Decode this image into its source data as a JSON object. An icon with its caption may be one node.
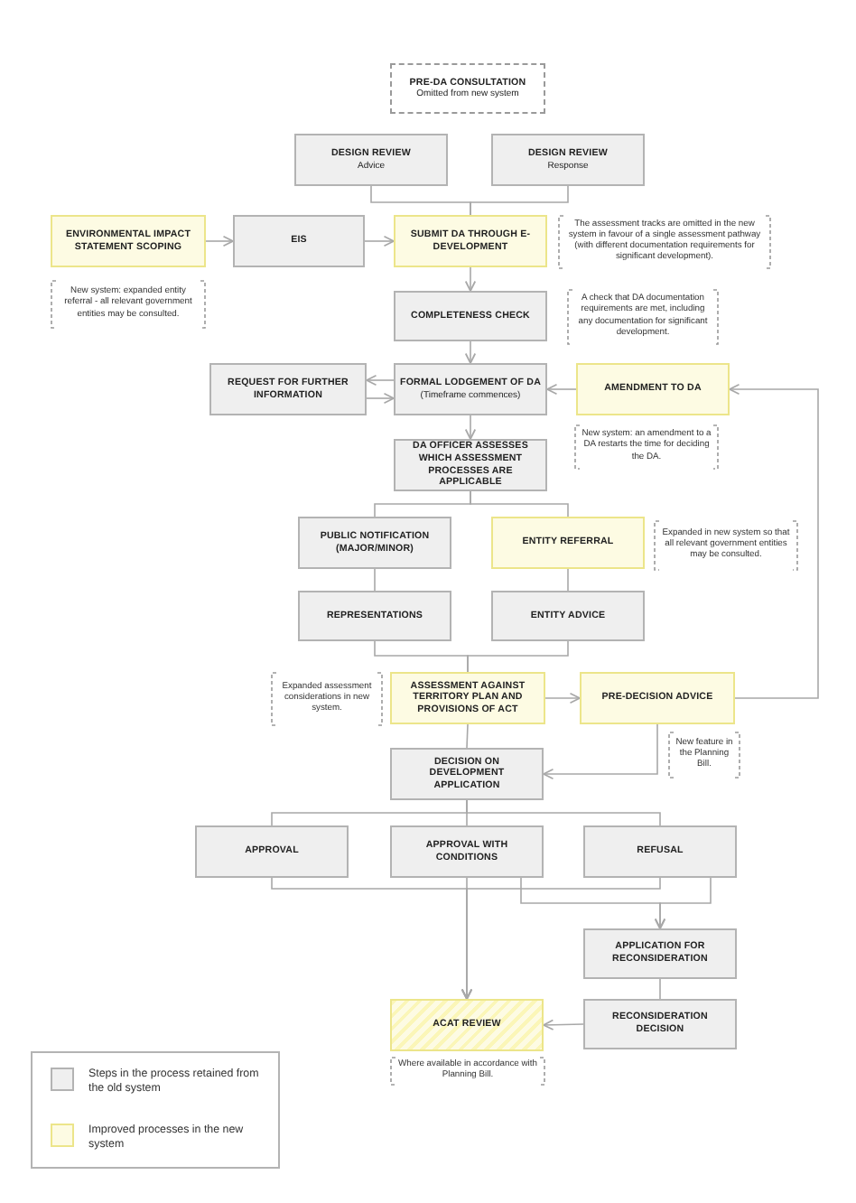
{
  "diagram": {
    "nodes": [
      {
        "text": [
          "PRE-DA CONSULTATION",
          "Omitted from new system"
        ]
      },
      {
        "text": [
          "DESIGN REVIEW",
          "Advice"
        ]
      },
      {
        "text": [
          "DESIGN REVIEW",
          "Response"
        ]
      },
      {
        "text": [
          "ENVIRONMENTAL IMPACT STATEMENT SCOPING"
        ],
        "beside": [
          "New system: expanded entity referral - all relevant government entities may be consulted."
        ]
      },
      {
        "text": [
          "EIS"
        ]
      },
      {
        "text": [
          "SUBMIT DA THROUGH E-DEVELOPMENT"
        ],
        "beside": [
          "The assessment tracks are omitted in the new system in favour of a single assessment pathway (with different documentation requirements for significant development)."
        ]
      },
      {
        "text": [
          "COMPLETENESS CHECK"
        ],
        "beside": [
          "A check that DA documentation requirements are met, including any documentation for significant development."
        ]
      },
      {
        "text": [
          "REQUEST FOR FURTHER INFORMATION"
        ]
      },
      {
        "text": [
          "FORMAL LODGEMENT OF DA",
          "(Timeframe commences)"
        ]
      },
      {
        "text": [
          "AMENDMENT TO DA"
        ],
        "beside": [
          "New system: an amendment to a DA restarts the time for deciding the DA."
        ]
      },
      {
        "text": [
          "DA OFFICER ASSESSES WHICH ASSESSMENT PROCESSES ARE APPLICABLE"
        ]
      },
      {
        "text": [
          "PUBLIC NOTIFICATION (MAJOR/MINOR)"
        ]
      },
      {
        "text": [
          "ENTITY REFERRAL"
        ],
        "beside": [
          "Expanded in new system so that all relevant government entities may be consulted."
        ]
      },
      {
        "text": [
          "REPRESENTATIONS"
        ]
      },
      {
        "text": [
          "ENTITY ADVICE"
        ]
      },
      {
        "text": [
          "ASSESSMENT AGAINST TERRITORY PLAN AND PROVISIONS OF ACT"
        ],
        "beside": [
          "Expanded assessment considerations in new system."
        ]
      },
      {
        "text": [
          "PRE-DECISION ADVICE"
        ],
        "beside": [
          "New feature in the Planning Bill."
        ]
      },
      {
        "text": [
          "DECISION ON DEVELOPMENT APPLICATION"
        ]
      },
      {
        "text": [
          "APPROVAL"
        ]
      },
      {
        "text": [
          "APPROVAL WITH CONDITIONS"
        ]
      },
      {
        "text": [
          "REFUSAL"
        ]
      },
      {
        "text": [
          "APPLICATION FOR RECONSIDERATION"
        ]
      },
      {
        "text": [
          "RECONSIDERATION DECISION"
        ]
      },
      {
        "text": [
          "ACAT REVIEW"
        ],
        "beside": [
          "Where available in accordance with Planning Bill."
        ]
      }
    ],
    "edges": [
      {
        "from": 1,
        "to": 5,
        "arrow": "none"
      },
      {
        "from": 2,
        "to": 5,
        "arrow": "none"
      },
      {
        "from": 3,
        "to": 4,
        "arrow": "to"
      },
      {
        "from": 4,
        "to": 5,
        "arrow": "to"
      },
      {
        "from": 5,
        "to": 6,
        "arrow": "to"
      },
      {
        "from": 6,
        "to": 8,
        "arrow": "to"
      },
      {
        "from": 8,
        "to": 7,
        "arrow": "to"
      },
      {
        "from": 7,
        "to": 8,
        "arrow": "to"
      },
      {
        "from": 9,
        "to": 8,
        "arrow": "to"
      },
      {
        "from": 8,
        "to": 10,
        "arrow": "to"
      },
      {
        "from": 10,
        "to": 11,
        "arrow": "none"
      },
      {
        "from": 10,
        "to": 12,
        "arrow": "none"
      },
      {
        "from": 11,
        "to": 13,
        "arrow": "none"
      },
      {
        "from": 12,
        "to": 14,
        "arrow": "none"
      },
      {
        "from": 13,
        "to": 15,
        "arrow": "none"
      },
      {
        "from": 14,
        "to": 15,
        "arrow": "none"
      },
      {
        "from": 15,
        "to": 16,
        "arrow": "to"
      },
      {
        "from": 16,
        "to": 9,
        "arrow": "to"
      },
      {
        "from": 15,
        "to": 17,
        "arrow": "none"
      },
      {
        "from": 16,
        "to": 17,
        "arrow": "to"
      },
      {
        "from": 17,
        "to": 18,
        "arrow": "none"
      },
      {
        "from": 17,
        "to": 19,
        "arrow": "none"
      },
      {
        "from": 17,
        "to": 20,
        "arrow": "none"
      },
      {
        "from": 18,
        "to": 23,
        "arrow": "to"
      },
      {
        "from": 19,
        "to": 23,
        "arrow": "to"
      },
      {
        "from": 20,
        "to": 23,
        "arrow": "to"
      },
      {
        "from": 19,
        "to": 21,
        "arrow": "to"
      },
      {
        "from": 20,
        "to": 21,
        "arrow": "to"
      },
      {
        "from": 21,
        "to": 22,
        "arrow": "none"
      },
      {
        "from": 22,
        "to": 23,
        "arrow": "to"
      }
    ],
    "legend": [
      {
        "text": "Steps in the process retained from the old system",
        "color": "#efefef"
      },
      {
        "text": "Improved processes in the new system",
        "color": "#fdfbe3"
      }
    ]
  }
}
